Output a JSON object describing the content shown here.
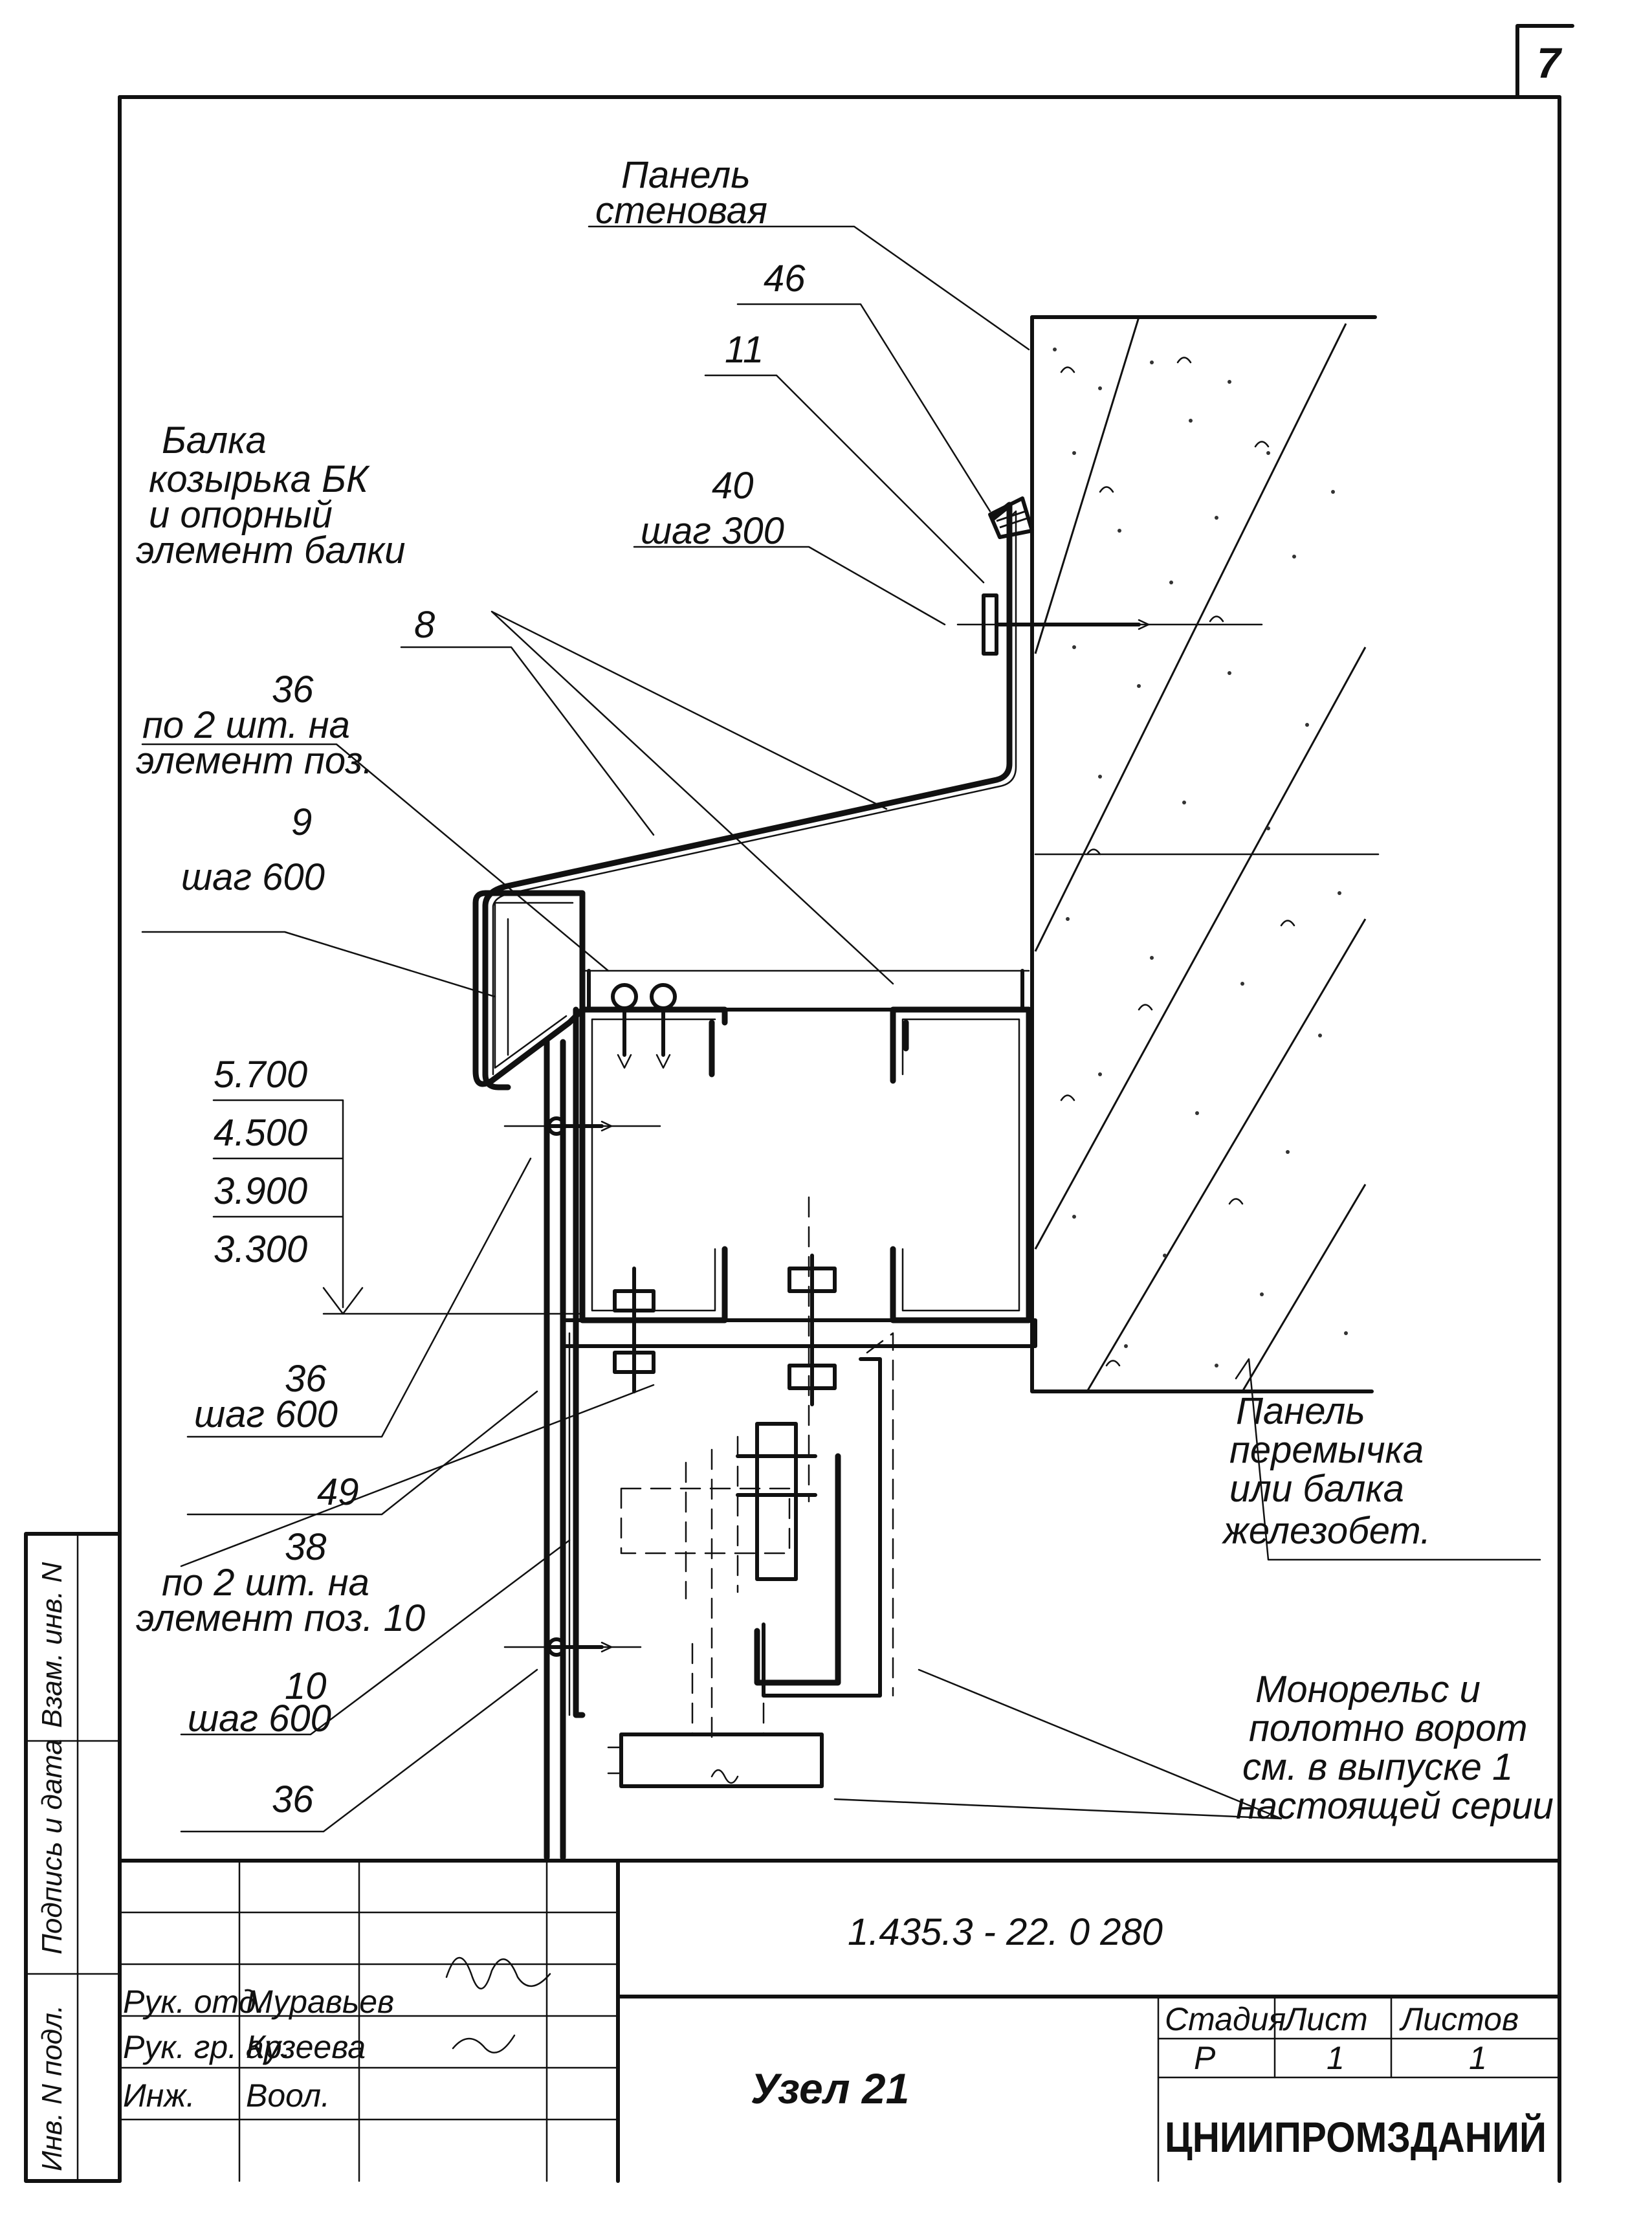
{
  "sheet": {
    "corner_number": "7",
    "document_code": "1.435.3 - 22. 0 280",
    "node_title": "Узел 21",
    "organization": "ЦНИИПРОМЗДАНИЙ",
    "stage_table": {
      "headers": [
        "Стадия",
        "Лист",
        "Листов"
      ],
      "values": [
        "Р",
        "1",
        "1"
      ]
    },
    "signatures": [
      {
        "role": "Рук. отд.",
        "name": "Муравьев"
      },
      {
        "role": "Рук. гр. ар.",
        "name": "Кузеева"
      },
      {
        "role": "Инж.",
        "name": "Воол."
      }
    ],
    "side_columns": [
      "Инв. N подл.",
      "Подпись и дата",
      "Взам. инв. N"
    ]
  },
  "callouts": {
    "wall_panel": [
      "Панель",
      "стеновая"
    ],
    "pos46": "46",
    "pos11": "11",
    "pos40": "40",
    "pos40_step": "шаг 300",
    "beam": [
      "Балка",
      "козырька БК",
      "и опорный",
      "элемент балки"
    ],
    "pos8": "8",
    "pos36_top": "36",
    "pos36_top_note": [
      "по 2 шт. на",
      "элемент поз."
    ],
    "pos9": "9",
    "pos9_step": "шаг 600",
    "levels": [
      "5.700",
      "4.500",
      "3.900",
      "3.300"
    ],
    "pos36_mid": "36",
    "pos36_mid_step": "шаг 600",
    "pos49": "49",
    "pos38": "38",
    "pos38_note": [
      "по 2 шт. на",
      "элемент поз. 10"
    ],
    "pos10": "10",
    "pos10_step": "шаг 600",
    "pos36_bot": "36",
    "lintel_panel": [
      "Панель",
      "перемычка",
      "или балка",
      "железобет."
    ],
    "monorail_note": [
      "Монорельс и",
      "полотно ворот",
      "см. в выпуске 1",
      "настоящей серии"
    ]
  }
}
